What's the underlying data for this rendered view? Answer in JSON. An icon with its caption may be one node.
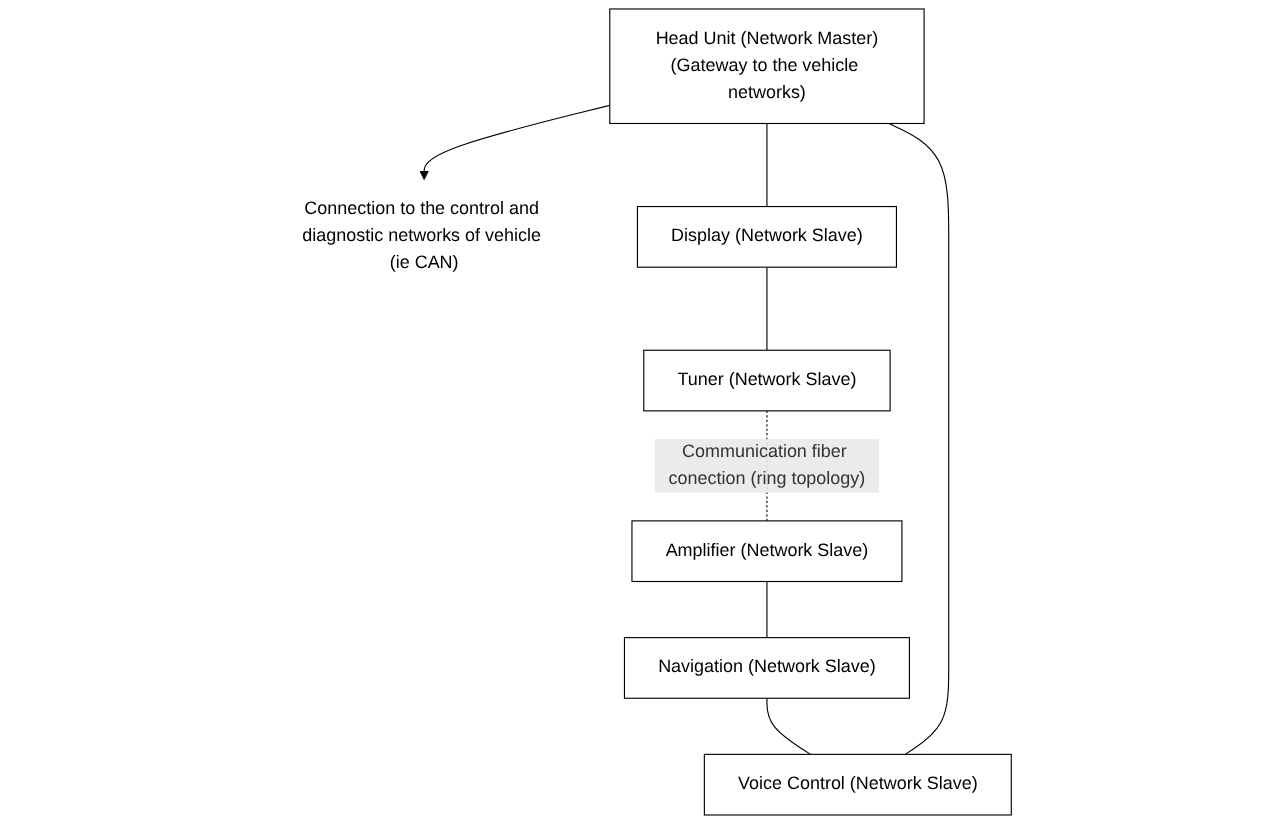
{
  "diagram": {
    "nodes": [
      {
        "text": [
          "Connection to the control and diagnostic networks of vehicle (ie CAN)"
        ]
      },
      {
        "text": [
          "Head Unit (Network Master)",
          "(Gateway to the vehicle networks)"
        ]
      },
      {
        "text": [
          "Voice Control (Network Slave)"
        ]
      },
      {
        "text": [
          "Display (Network Slave)"
        ]
      },
      {
        "text": [
          "Navigation (Network Slave)"
        ]
      },
      {
        "text": [
          "Tuner (Network Slave)"
        ]
      },
      {
        "text": [
          "Amplifier (Network Slave)"
        ]
      }
    ],
    "edges": [
      {
        "from": 1,
        "to": 0,
        "arrow": "to"
      },
      {
        "from": 1,
        "to": 3,
        "arrow": "none"
      },
      {
        "from": 3,
        "to": 5,
        "arrow": "none"
      },
      {
        "from": 5,
        "to": 6,
        "arrow": "none",
        "style": "dashed",
        "label": "Communication fiber conection (ring topology)"
      },
      {
        "from": 6,
        "to": 4,
        "arrow": "none"
      },
      {
        "from": 4,
        "to": 2,
        "arrow": "none"
      },
      {
        "from": 2,
        "to": 1,
        "arrow": "none"
      }
    ]
  }
}
